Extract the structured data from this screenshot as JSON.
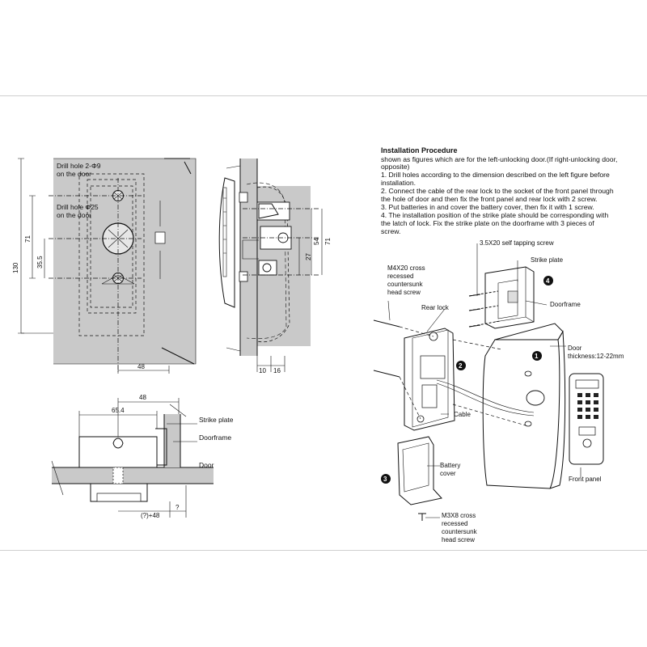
{
  "left_diagram": {
    "labels": {
      "drill_hole_small_line1": "Drill hole 2-Φ9",
      "drill_hole_small_line2": "on the door",
      "drill_hole_large_line1": "Drill hole Φ25",
      "drill_hole_large_line2": "on the door"
    },
    "dimensions": {
      "height_130": "130",
      "height_71": "71",
      "height_35_5": "35.5",
      "width_48": "48"
    }
  },
  "side_diagram": {
    "dimensions": {
      "d54": "54",
      "d71": "71",
      "d27": "27",
      "d10": "10",
      "d16": "16"
    }
  },
  "bottom_diagram": {
    "labels": {
      "strike_plate": "Strike plate",
      "doorframe": "Doorframe",
      "door": "Door"
    },
    "dimensions": {
      "d48": "48",
      "d65_4": "65.4",
      "offset": "(?)+48",
      "question": "?"
    }
  },
  "instructions": {
    "title": "Installation Procedure",
    "lines": [
      "shown as figures which are for the left-unlocking door.(If right-unlocking door,",
      "opposite)",
      "1. Drill holes according to the dimension described on the left figure before",
      "    installation.",
      "2. Connect the cable of the rear lock to the socket of the front panel through",
      "    the hole of door and then fix the front panel and rear lock with 2 screw.",
      "3. Put batteries in and cover the battery cover, then fix it with 1 screw.",
      "4. The installation position of the strike plate should be corresponding with",
      "    the latch of lock. Fix the strike plate on the doorframe with 3 pieces of",
      "    screw."
    ]
  },
  "exploded_view": {
    "labels": {
      "tapping_screw": "3.5X20 self tapping screw",
      "strike_plate": "Strike plate",
      "doorframe": "Doorframe",
      "m4_line1": "M4X20 cross",
      "m4_line2": "recessed",
      "m4_line3": "countersunk",
      "m4_line4": "head screw",
      "rear_lock": "Rear lock",
      "door": "Door",
      "door_thickness": "thickness:12-22mm",
      "cable": "Cable",
      "front_panel": "Front panel",
      "battery_line1": "Battery",
      "battery_line2": "cover",
      "m3_line1": "M3X8 cross",
      "m3_line2": "recessed",
      "m3_line3": "countersunk",
      "m3_line4": "head screw"
    },
    "step_numbers": [
      "1",
      "2",
      "3",
      "4"
    ]
  }
}
